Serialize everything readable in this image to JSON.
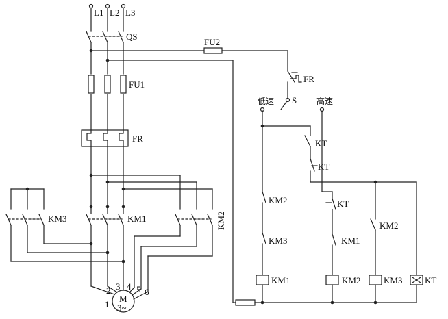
{
  "labels": {
    "L1": "L1",
    "L2": "L2",
    "L3": "L3",
    "QS": "QS",
    "FU2": "FU2",
    "FU1": "FU1",
    "FR_main": "FR",
    "FR_ctrl": "FR",
    "S": "S",
    "low_speed": "低速",
    "high_speed": "高速",
    "KT_a": "KT",
    "KT_b": "KT",
    "KT_c": "KT",
    "KM2_a": "KM2",
    "KM3_a": "KM3",
    "KM1_a": "KM1",
    "KM2_b": "KM2",
    "KM3_main": "KM3",
    "KM1_main": "KM1",
    "KM2_main": "KM2",
    "coil_KM1": "KM1",
    "coil_KM2": "KM2",
    "coil_KM3": "KM3",
    "coil_KT": "KT",
    "motor_M": "M",
    "motor_3": "3~",
    "t1": "1",
    "t2": "2",
    "t3": "3",
    "t4": "4",
    "t5": "5",
    "t6": "6"
  }
}
